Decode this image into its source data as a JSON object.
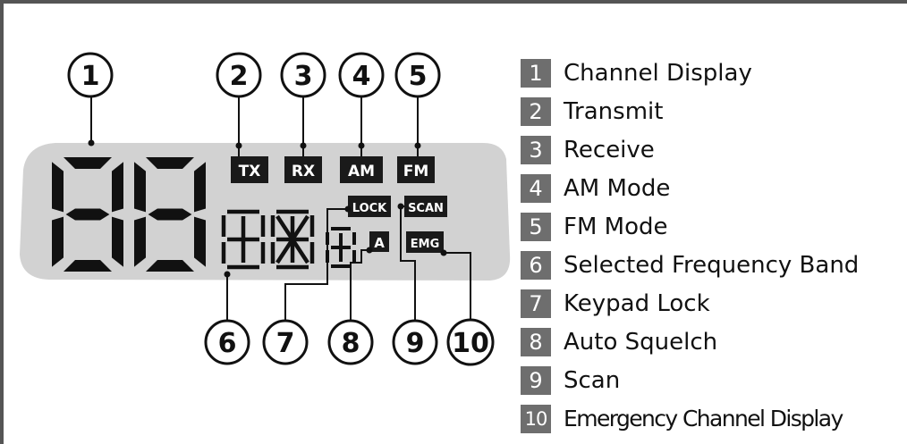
{
  "lcd": {
    "indicators": {
      "tx": "TX",
      "rx": "RX",
      "am": "AM",
      "fm": "FM",
      "lock": "LOCK",
      "scan": "SCAN",
      "auto": "A",
      "emg": "EMG"
    },
    "colors": {
      "panel": "#d2d2d2",
      "segment": "#111111",
      "badge": "#1a1a1a"
    }
  },
  "callouts": [
    "1",
    "2",
    "3",
    "4",
    "5",
    "6",
    "7",
    "8",
    "9",
    "10"
  ],
  "legend": [
    {
      "num": "1",
      "label": "Channel Display"
    },
    {
      "num": "2",
      "label": "Transmit"
    },
    {
      "num": "3",
      "label": "Receive"
    },
    {
      "num": "4",
      "label": "AM Mode"
    },
    {
      "num": "5",
      "label": "FM Mode"
    },
    {
      "num": "6",
      "label": "Selected Frequency Band"
    },
    {
      "num": "7",
      "label": "Keypad Lock"
    },
    {
      "num": "8",
      "label": "Auto Squelch"
    },
    {
      "num": "9",
      "label": "Scan"
    },
    {
      "num": "10",
      "label": "Emergency Channel Display"
    }
  ]
}
